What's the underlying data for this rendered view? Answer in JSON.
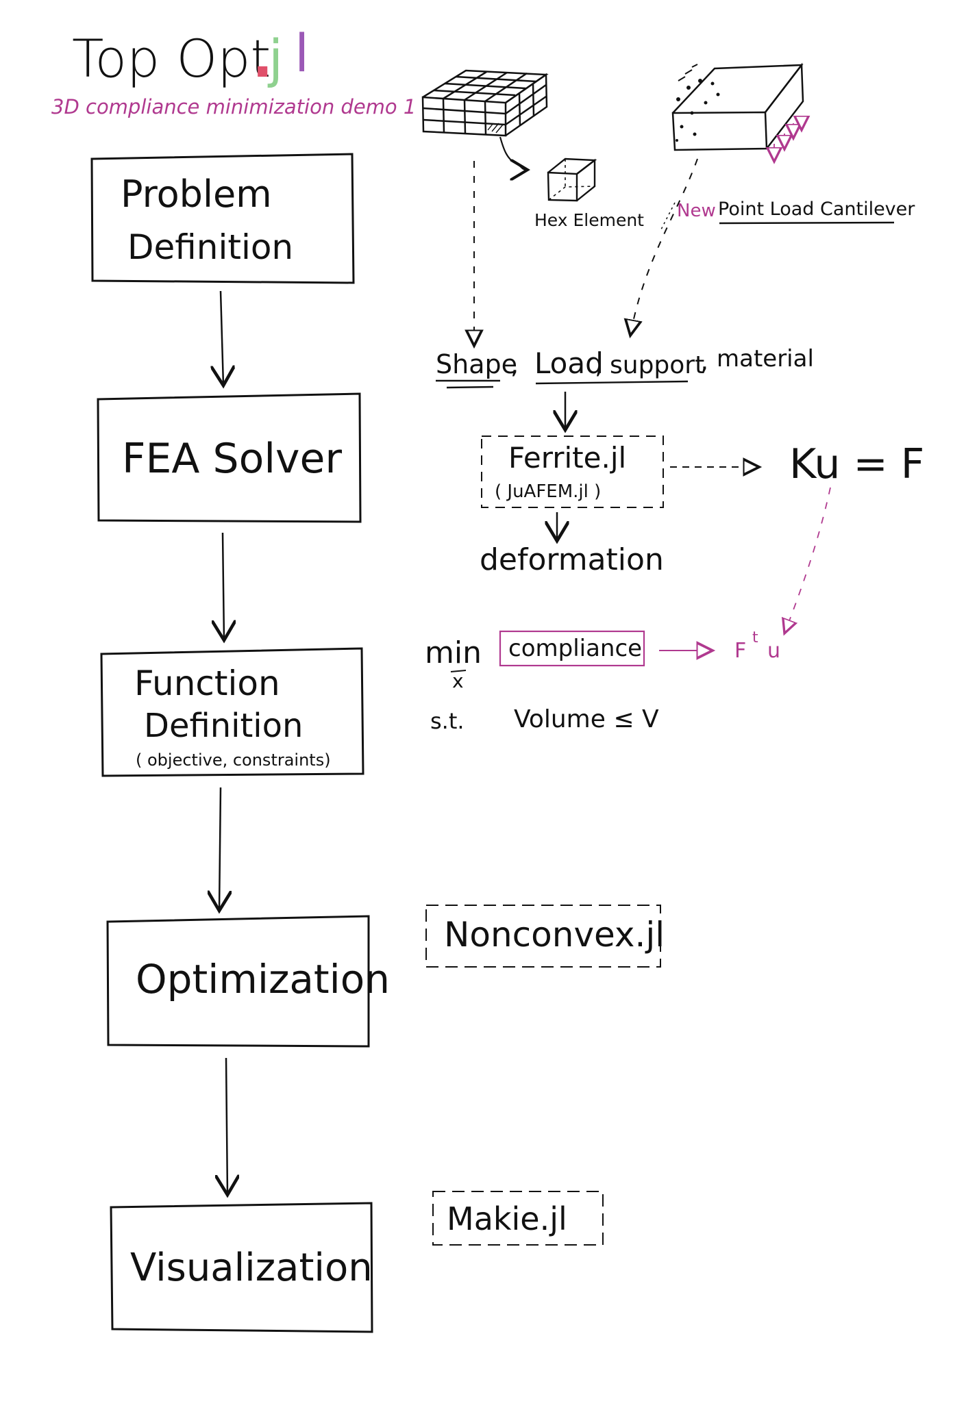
{
  "title": {
    "main": "Top Opt",
    "dot": ".",
    "j": "j",
    "l": "l",
    "subtitle": "3D compliance minimization demo 1"
  },
  "pipeline": [
    {
      "line1": "Problem",
      "line2": "Definition",
      "line3": ""
    },
    {
      "line1": "FEA Solver",
      "line2": "",
      "line3": ""
    },
    {
      "line1": "Function",
      "line2": "Definition",
      "line3": "( objective, constraints)"
    },
    {
      "line1": "Optimization",
      "line2": "",
      "line3": ""
    },
    {
      "line1": "Visualization",
      "line2": "",
      "line3": ""
    }
  ],
  "annotations": {
    "hex_element": "Hex Element",
    "new_label": "New",
    "cantilever_label": "Point Load Cantilever",
    "inputs": {
      "shape": "Shape",
      "load": "Load",
      "support": "support",
      "material": "material",
      "sep": ","
    },
    "ferrite": "Ferrite.jl",
    "juafem": "( JuAFEM.jl )",
    "deformation": "deformation",
    "equation": "Ku = F",
    "min": "min",
    "min_var": "x",
    "compliance": "compliance",
    "ftu_f": "F",
    "ftu_t": "t",
    "ftu_u": "u",
    "st": "s.t.",
    "volume_constraint": "Volume ≤ V",
    "nonconvex": "Nonconvex.jl",
    "makie": "Makie.jl"
  },
  "colors": {
    "ink": "#111111",
    "magenta": "#b0398f",
    "green": "#8fd18f",
    "purple": "#9b59b6",
    "red_dot": "#e0506a"
  }
}
